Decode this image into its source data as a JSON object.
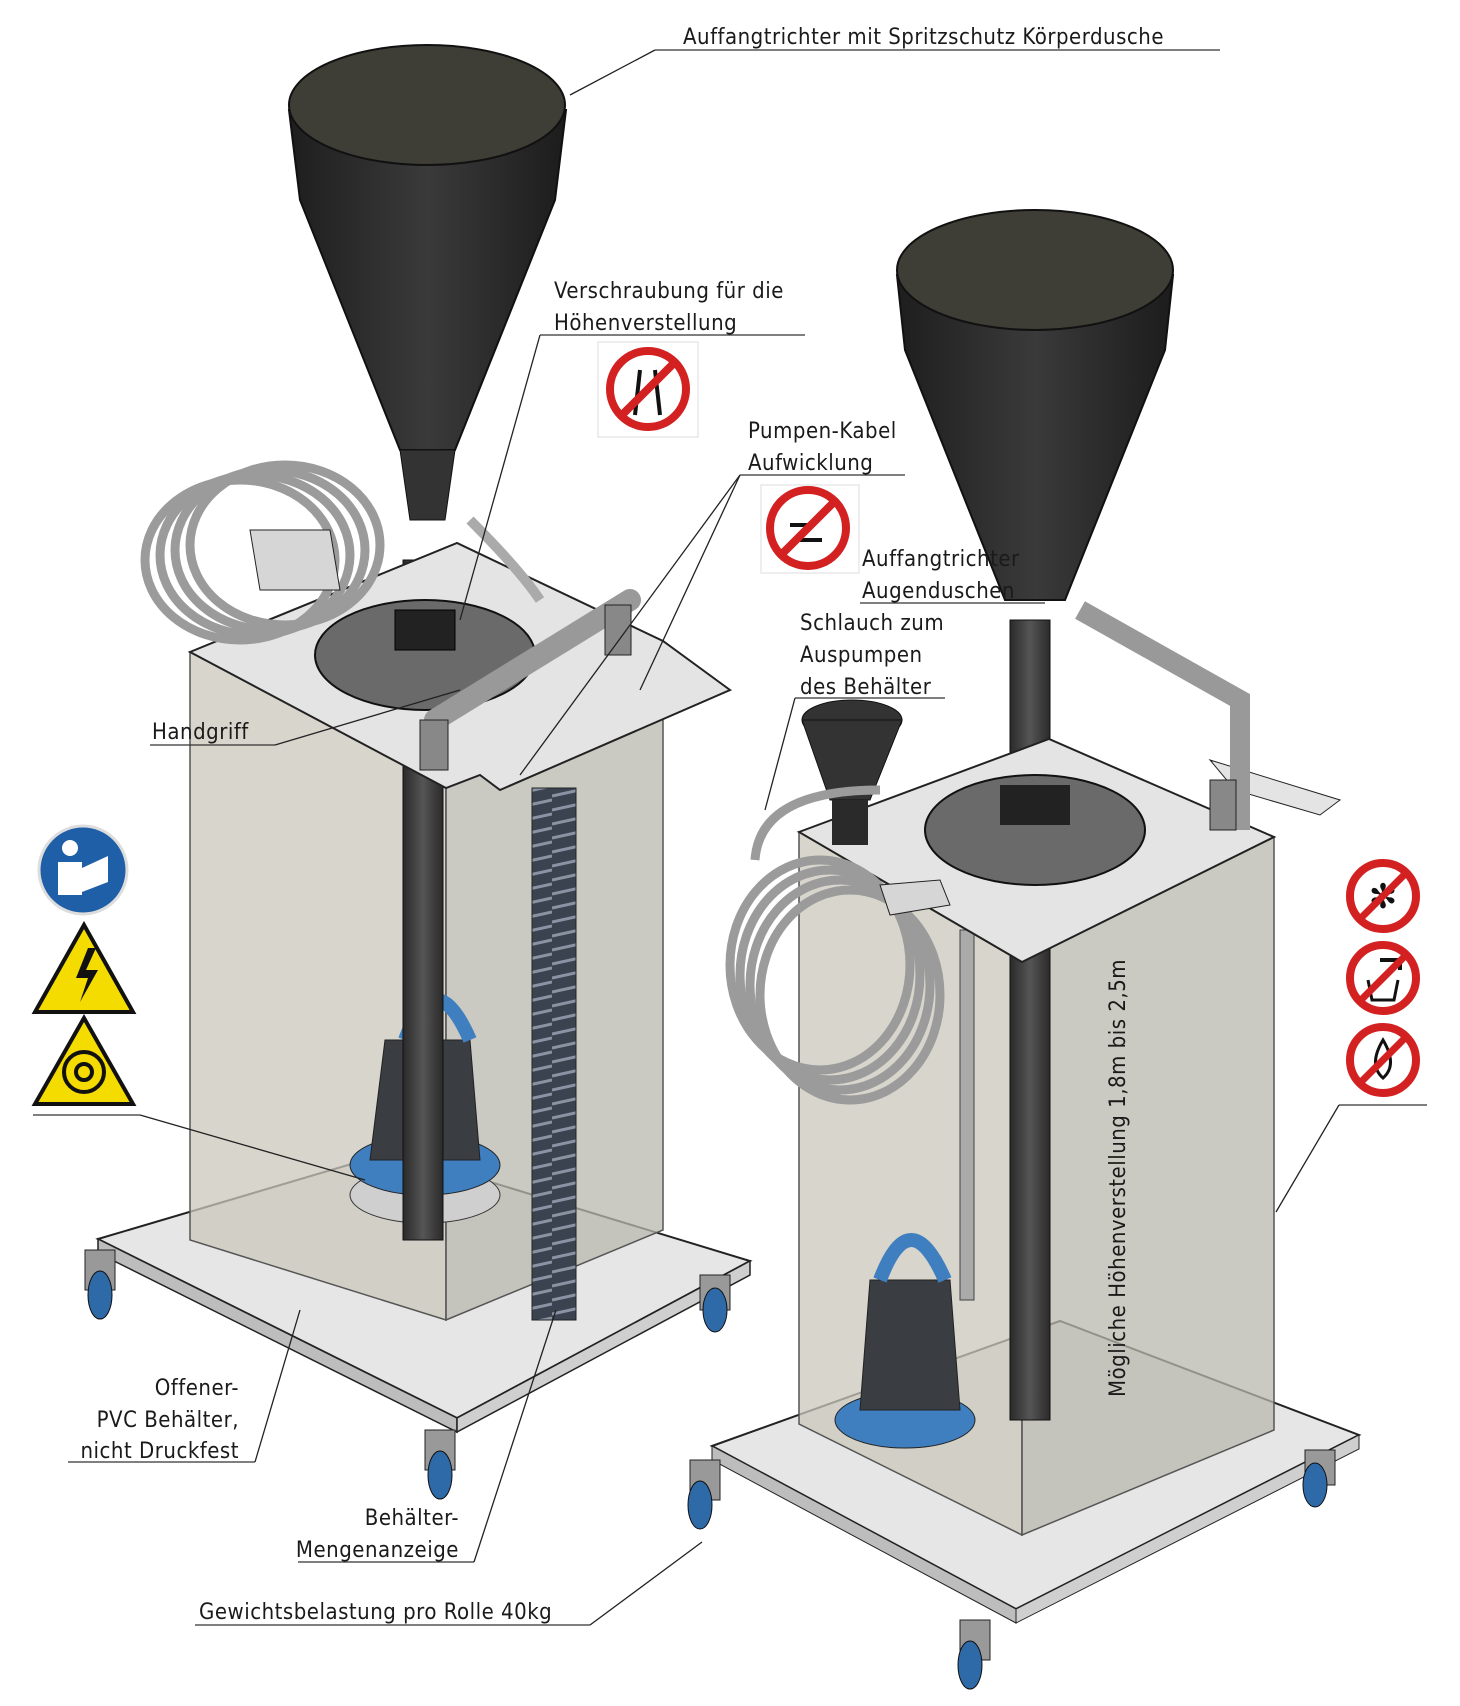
{
  "labels": {
    "funnel_body_shower": "Auffangtrichter mit Spritzschutz Körperdusche",
    "height_screw_1": "Verschraubung für die",
    "height_screw_2": "Höhenverstellung",
    "cable_1": "Pumpen-Kabel",
    "cable_2": "Aufwicklung",
    "funnel_eye_1": "Auffangtrichter",
    "funnel_eye_2": "Augenduschen",
    "hose_1": "Schlauch zum",
    "hose_2": "Auspumpen",
    "hose_3": "des Behälter",
    "handle": "Handgriff",
    "container_1": "Offener-",
    "container_2": "PVC Behälter,",
    "container_3": "nicht Druckfest",
    "level_1": "Behälter-",
    "level_2": "Mengenanzeige",
    "load": "Gewichtsbelastung pro Rolle 40kg",
    "height_range": "Mögliche Höhenverstellung 1,8m bis 2,5m"
  },
  "signs": {
    "left": [
      "read-manual-icon",
      "electric-hazard-icon",
      "rotating-parts-hazard-icon"
    ],
    "right": [
      "no-frost-icon",
      "no-drinking-water-icon",
      "no-water-icon"
    ],
    "top": [
      "no-tools-icon",
      "no-unplug-under-load-icon"
    ]
  },
  "colors": {
    "funnel": "#2b2b2b",
    "plate": "#e4e4e4",
    "container": "#c9c7bb",
    "pump_blue": "#3f7fc0",
    "prohibition_red": "#d32020",
    "warning_yellow": "#f5dc00",
    "mandatory_blue": "#1f5fa8"
  }
}
